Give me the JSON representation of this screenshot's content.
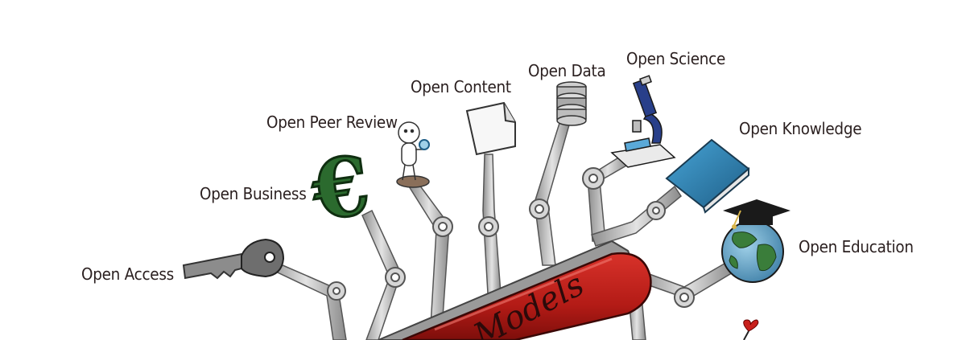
{
  "labels": {
    "open_access": "Open Access",
    "open_business": "Open Business",
    "open_peer_review": "Open Peer Review",
    "open_content": "Open Content",
    "open_data": "Open Data",
    "open_science": "Open Science",
    "open_knowledge": "Open Knowledge",
    "open_education": "Open Education"
  },
  "knife": {
    "handle_text": "Models"
  },
  "colors": {
    "handle_red": "#b31b16",
    "metal": "#c9c9c9",
    "euro_green": "#2b6a2e",
    "book_blue": "#2a7fb0",
    "microscope_blue": "#283f8a",
    "ink": "#2a1f1f"
  }
}
